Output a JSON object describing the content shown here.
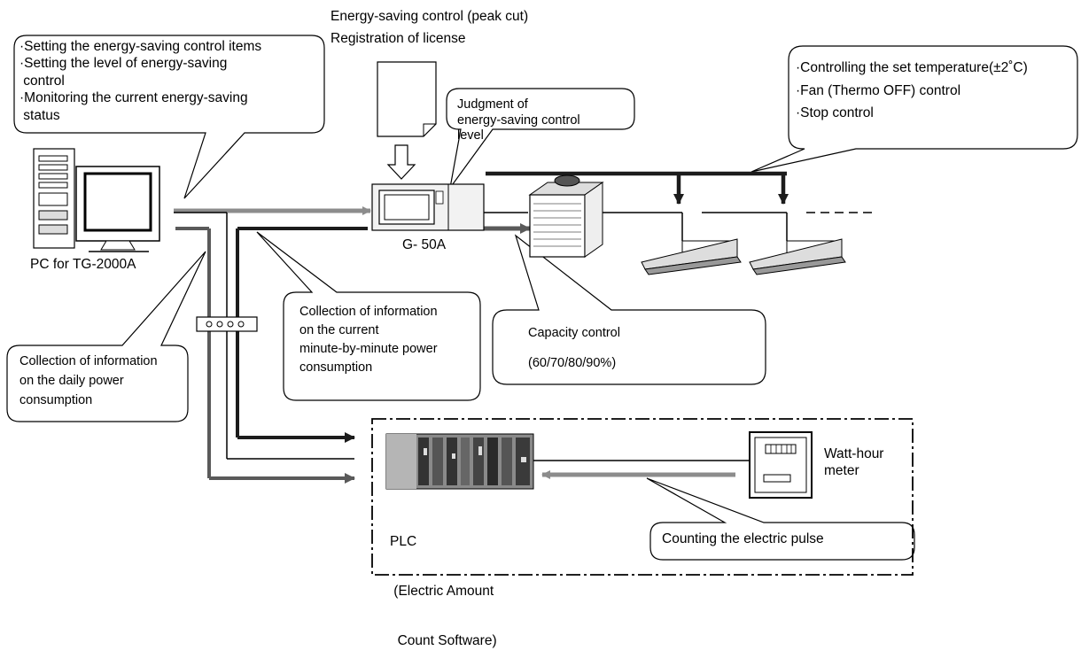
{
  "header": {
    "line1": "Energy-saving control (peak cut)",
    "line2": "Registration of license"
  },
  "callouts": {
    "pc_functions": [
      "·Setting the energy-saving control items",
      "·Setting the level of energy-saving",
      " control",
      "·Monitoring the current energy-saving",
      " status"
    ],
    "judgment": [
      "Judgment of",
      "energy-saving control",
      "level"
    ],
    "indoor_controls": [
      "·Controlling the set temperature(±2˚C)",
      "·Fan (Thermo OFF) control",
      "·Stop control"
    ],
    "minute_collection": [
      "Collection of information",
      "on the current",
      "minute-by-minute power",
      "consumption"
    ],
    "capacity": [
      "Capacity control",
      "(60/70/80/90%)"
    ],
    "daily_collection": [
      "Collection of information",
      "on the daily power",
      "consumption"
    ],
    "pulse": "Counting the electric pulse"
  },
  "labels": {
    "pc": "PC for TG-2000A",
    "controller": "G- 50A",
    "plc": [
      "PLC",
      " (Electric Amount",
      "  Count Software)"
    ],
    "meter": [
      "Watt-hour",
      "meter"
    ]
  },
  "colors": {
    "dark_line": "#1c1c1c",
    "gray_line": "#8c8c8c",
    "mid_gray_line": "#5a5a5a"
  }
}
